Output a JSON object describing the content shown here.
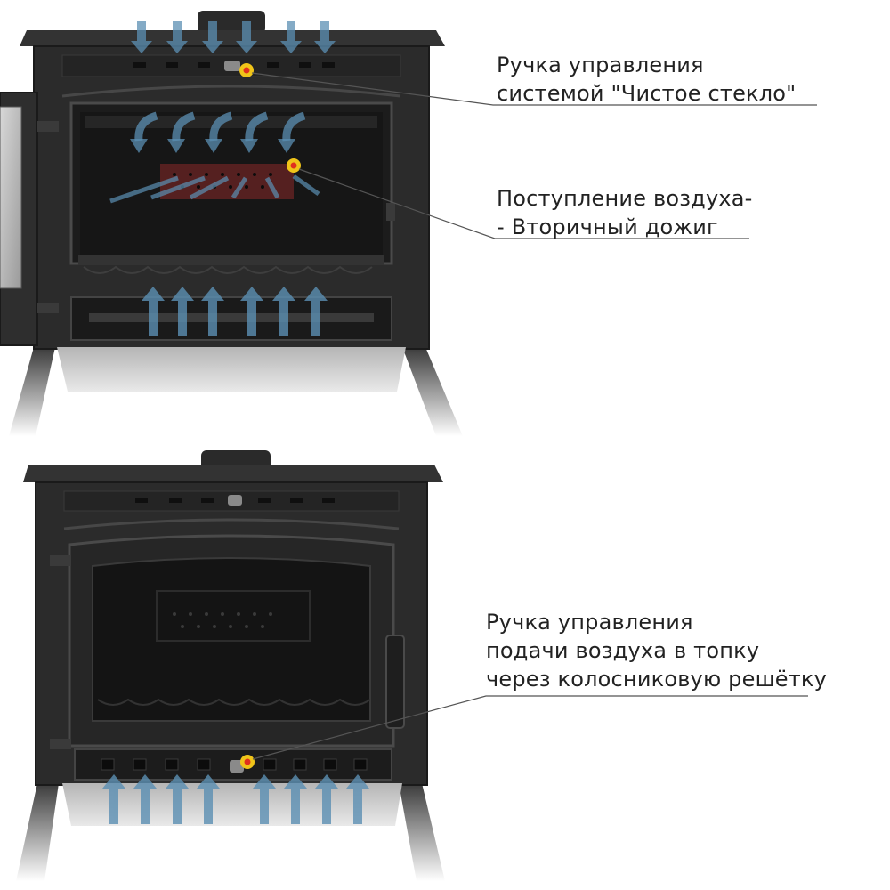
{
  "colors": {
    "stove_body": "#2b2b2b",
    "stove_dark": "#161616",
    "stove_edge": "#4a4a4a",
    "airflow_arrow": "#5b8fb3",
    "heat_zone": "#8a2a2a",
    "marker_outer": "#f0c419",
    "marker_inner": "#e0301e",
    "leader_line": "#555555"
  },
  "icons": {
    "airflow": "arrow-icon",
    "control_marker": "marker-dot-icon"
  },
  "callouts": {
    "clean_glass": {
      "line1": "Ручка управления",
      "line2": "системой \"Чистое стекло\""
    },
    "secondary_burn": {
      "line1": "Поступление воздуха-",
      "line2": "- Вторичный дожиг"
    },
    "grate_air": {
      "line1": "Ручка управления",
      "line2": "подачи воздуха в топку",
      "line3": "через колосниковую решётку"
    }
  }
}
